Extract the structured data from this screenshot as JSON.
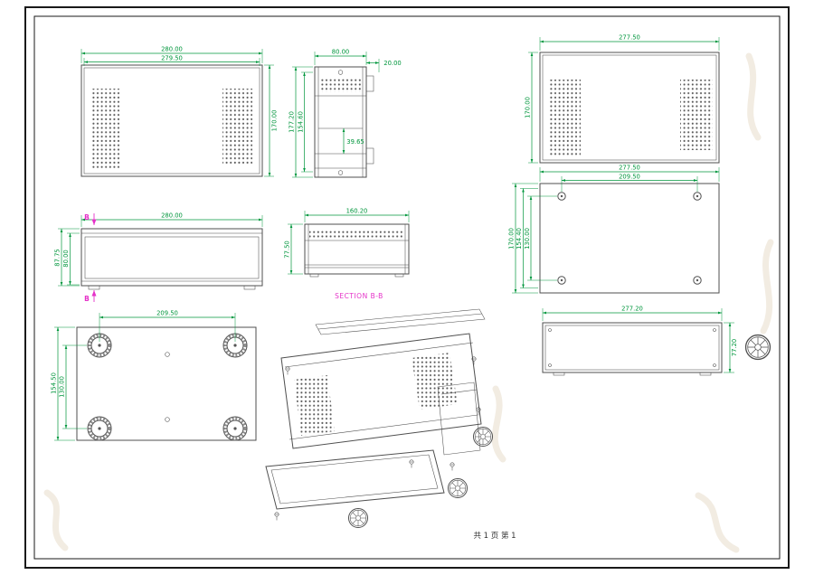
{
  "page": {
    "footer": "共 1 页  第 1"
  },
  "colors": {
    "dimension": "#00963c",
    "drawing_line": "#4f4f4f",
    "section_label": "#e531c8",
    "frame": "#1a1a1a",
    "background": "#ffffff"
  },
  "views": {
    "top_view": {
      "width_outer": "280.00",
      "width_inner": "279.50",
      "height": "170.00"
    },
    "side_view": {
      "width": "80.00",
      "tab_depth": "20.00",
      "height_outer": "177.20",
      "height_inner": "154.60",
      "lower_section": "39.65"
    },
    "vent_top_view": {
      "width": "277.50",
      "height": "170.00"
    },
    "front_view": {
      "width": "280.00",
      "height_outer": "87.75",
      "height_inner": "80.00",
      "section_marker": "B"
    },
    "section_view": {
      "width": "160.20",
      "height": "77.50",
      "label": "SECTION B-B"
    },
    "bottom_view": {
      "width": "277.50",
      "hole_span_x": "209.50",
      "height": "170.00",
      "height_mid": "154.40",
      "hole_span_y": "130.00"
    },
    "base_view": {
      "feet_span_x": "209.50",
      "height": "154.50",
      "feet_span_y": "130.00"
    },
    "rear_view": {
      "width": "277.20",
      "height": "77.20"
    }
  }
}
